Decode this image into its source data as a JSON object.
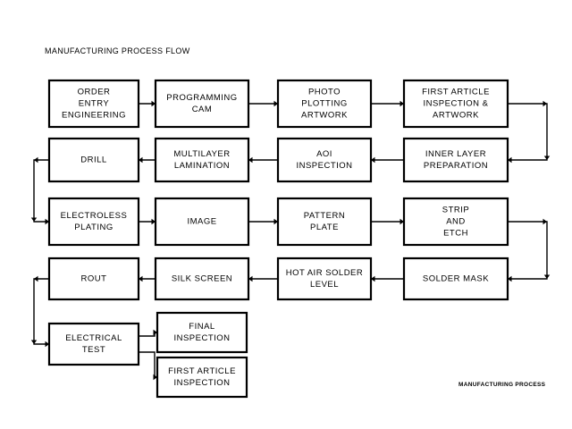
{
  "page": {
    "title": "MANUFACTURING PROCESS FLOW",
    "footer": "MANUFACTURING PROCESS",
    "background_color": "#ffffff",
    "line_color": "#000000",
    "text_color": "#000000"
  },
  "diagram": {
    "type": "flowchart",
    "orientation": "serpentine-boustrophedon",
    "row_count": 5,
    "node_count": 19,
    "nodes": [
      {
        "id": "n1",
        "row": 1,
        "col": 1,
        "lines": [
          "ORDER",
          "ENTRY",
          "ENGINEERING"
        ]
      },
      {
        "id": "n2",
        "row": 1,
        "col": 2,
        "lines": [
          "PROGRAMMING",
          "CAM"
        ]
      },
      {
        "id": "n3",
        "row": 1,
        "col": 3,
        "lines": [
          "PHOTO",
          "PLOTTING",
          "ARTWORK"
        ]
      },
      {
        "id": "n4",
        "row": 1,
        "col": 4,
        "lines": [
          "FIRST ARTICLE",
          "INSPECTION &",
          "ARTWORK"
        ]
      },
      {
        "id": "n5",
        "row": 2,
        "col": 1,
        "lines": [
          "DRILL"
        ]
      },
      {
        "id": "n6",
        "row": 2,
        "col": 2,
        "lines": [
          "MULTILAYER",
          "LAMINATION"
        ]
      },
      {
        "id": "n7",
        "row": 2,
        "col": 3,
        "lines": [
          "AOI",
          "INSPECTION"
        ]
      },
      {
        "id": "n8",
        "row": 2,
        "col": 4,
        "lines": [
          "INNER LAYER",
          "PREPARATION"
        ]
      },
      {
        "id": "n9",
        "row": 3,
        "col": 1,
        "lines": [
          "ELECTROLESS",
          "PLATING"
        ]
      },
      {
        "id": "n10",
        "row": 3,
        "col": 2,
        "lines": [
          "IMAGE"
        ]
      },
      {
        "id": "n11",
        "row": 3,
        "col": 3,
        "lines": [
          "PATTERN",
          "PLATE"
        ]
      },
      {
        "id": "n12",
        "row": 3,
        "col": 4,
        "lines": [
          "STRIP",
          "AND",
          "ETCH"
        ]
      },
      {
        "id": "n13",
        "row": 4,
        "col": 1,
        "lines": [
          "ROUT"
        ]
      },
      {
        "id": "n14",
        "row": 4,
        "col": 2,
        "lines": [
          "SILK SCREEN"
        ]
      },
      {
        "id": "n15",
        "row": 4,
        "col": 3,
        "lines": [
          "HOT AIR SOLDER",
          "LEVEL"
        ]
      },
      {
        "id": "n16",
        "row": 4,
        "col": 4,
        "lines": [
          "SOLDER MASK"
        ]
      },
      {
        "id": "n17",
        "row": 5,
        "col": 1,
        "lines": [
          "ELECTRICAL",
          "TEST"
        ]
      },
      {
        "id": "n18",
        "row": 5,
        "col": 2,
        "lines": [
          "FINAL",
          "INSPECTION"
        ]
      },
      {
        "id": "n19",
        "row": 5,
        "col": 2,
        "lines": [
          "FIRST ARTICLE",
          "INSPECTION"
        ]
      }
    ],
    "edges": [
      {
        "from": "n1",
        "to": "n2",
        "kind": "horizontal-right"
      },
      {
        "from": "n2",
        "to": "n3",
        "kind": "horizontal-right"
      },
      {
        "from": "n3",
        "to": "n4",
        "kind": "horizontal-right"
      },
      {
        "from": "n4",
        "to": "n8",
        "kind": "wrap-right-down"
      },
      {
        "from": "n8",
        "to": "n7",
        "kind": "horizontal-left"
      },
      {
        "from": "n7",
        "to": "n6",
        "kind": "horizontal-left"
      },
      {
        "from": "n6",
        "to": "n5",
        "kind": "horizontal-left"
      },
      {
        "from": "n5",
        "to": "n9",
        "kind": "wrap-left-down"
      },
      {
        "from": "n9",
        "to": "n10",
        "kind": "horizontal-right"
      },
      {
        "from": "n10",
        "to": "n11",
        "kind": "horizontal-right"
      },
      {
        "from": "n11",
        "to": "n12",
        "kind": "horizontal-right"
      },
      {
        "from": "n12",
        "to": "n16",
        "kind": "wrap-right-down"
      },
      {
        "from": "n16",
        "to": "n15",
        "kind": "horizontal-left"
      },
      {
        "from": "n15",
        "to": "n14",
        "kind": "horizontal-left"
      },
      {
        "from": "n14",
        "to": "n13",
        "kind": "horizontal-left"
      },
      {
        "from": "n13",
        "to": "n17",
        "kind": "wrap-left-down"
      },
      {
        "from": "n17",
        "to": "n18",
        "kind": "branch-right-up"
      },
      {
        "from": "n17",
        "to": "n19",
        "kind": "branch-right-down"
      }
    ]
  }
}
